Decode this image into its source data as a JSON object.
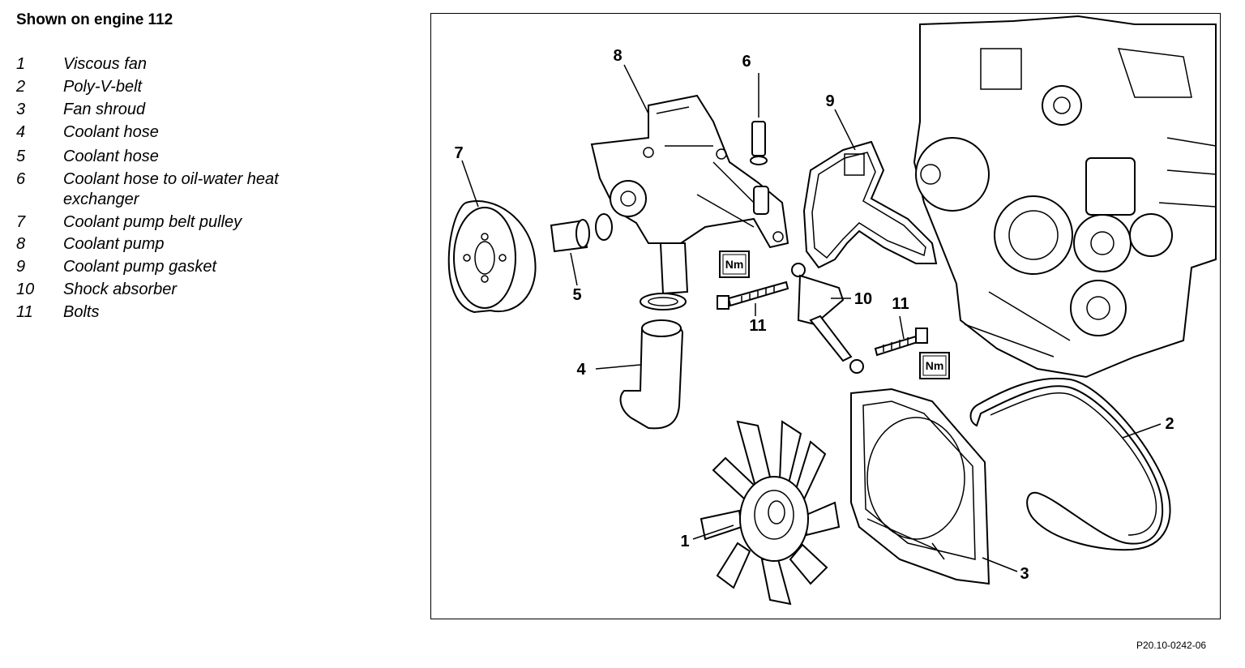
{
  "title": "Shown on engine 112",
  "legend": [
    {
      "num": "1",
      "label": "Viscous fan"
    },
    {
      "num": "2",
      "label": "Poly-V-belt"
    },
    {
      "num": "3",
      "label": "Fan shroud"
    },
    {
      "num": "4",
      "label": "Coolant hose"
    },
    {
      "num": "5",
      "label": "Coolant hose"
    },
    {
      "num": "6",
      "label": "Coolant hose to oil-water heat",
      "label2": "exchanger"
    },
    {
      "num": "7",
      "label": "Coolant pump belt pulley"
    },
    {
      "num": "8",
      "label": "Coolant pump"
    },
    {
      "num": "9",
      "label": "Coolant pump gasket"
    },
    {
      "num": "10",
      "label": "Shock absorber"
    },
    {
      "num": "11",
      "label": "Bolts"
    }
  ],
  "callouts": {
    "c1": "1",
    "c2": "2",
    "c3": "3",
    "c4": "4",
    "c5": "5",
    "c6": "6",
    "c7": "7",
    "c8": "8",
    "c9": "9",
    "c10": "10",
    "c11a": "11",
    "c11b": "11"
  },
  "torque_marker": "Nm",
  "reference_code": "P20.10-0242-06"
}
